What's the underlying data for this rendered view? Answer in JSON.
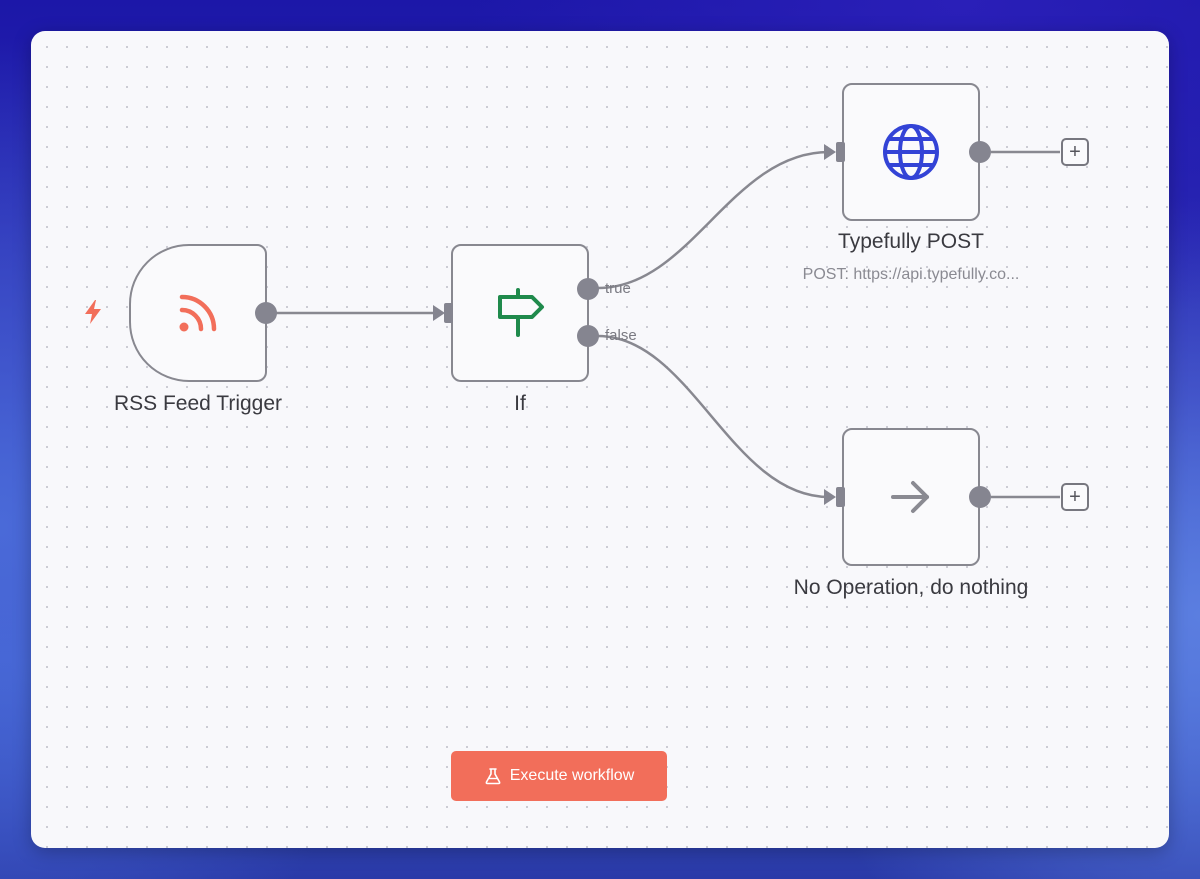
{
  "nodes": {
    "rss": {
      "label": "RSS Feed Trigger",
      "icon": "rss-icon",
      "icon_color": "#f26e5a"
    },
    "if": {
      "label": "If",
      "icon": "signpost-icon",
      "icon_color": "#1f8a4c",
      "branches": {
        "true": "true",
        "false": "false"
      }
    },
    "http": {
      "label": "Typefully POST",
      "subtitle": "POST: https://api.typefully.co...",
      "icon": "globe-icon",
      "icon_color": "#3343d6"
    },
    "noop": {
      "label": "No Operation, do nothing",
      "icon": "arrow-right-icon",
      "icon_color": "#8a8a92"
    }
  },
  "add_node_symbol": "+",
  "execute_button": {
    "label": "Execute workflow",
    "icon": "flask-icon",
    "color": "#f26e5a"
  },
  "trigger_indicator": {
    "icon": "lightning-bolt-icon",
    "color": "#f26e5a"
  },
  "colors": {
    "wire": "#888890",
    "port": "#858590",
    "node_border": "#888890"
  }
}
